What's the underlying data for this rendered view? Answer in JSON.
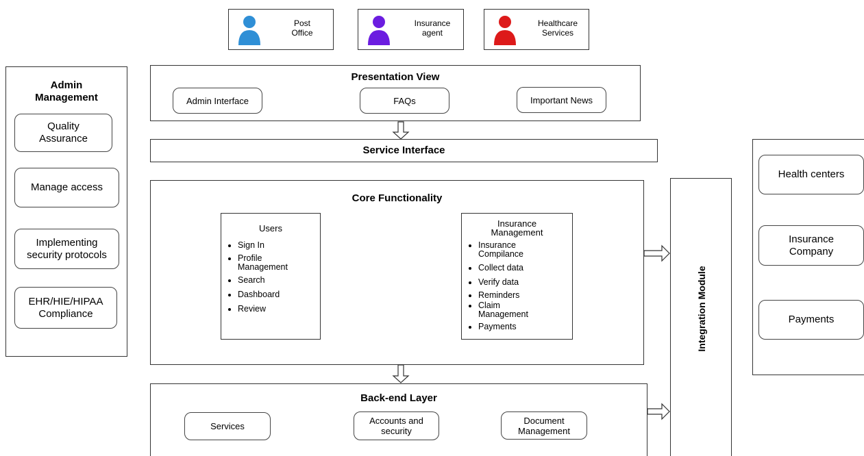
{
  "actors": [
    {
      "name": "Post Office",
      "line1": "Post",
      "line2": "Office",
      "color": "#2f8fd6"
    },
    {
      "name": "Insurance agent",
      "line1": "Insurance",
      "line2": "agent",
      "color": "#6b1de0"
    },
    {
      "name": "Healthcare Services",
      "line1": "Healthcare",
      "line2": "Services",
      "color": "#dd1a1a"
    }
  ],
  "admin": {
    "title_line1": "Admin",
    "title_line2": "Management",
    "items": [
      {
        "line1": "Quality",
        "line2": "Assurance"
      },
      {
        "line1": "Manage access",
        "line2": ""
      },
      {
        "line1": "Implementing",
        "line2": "security protocols"
      },
      {
        "line1": "EHR/HIE/HIPAA",
        "line2": "Compliance"
      }
    ]
  },
  "presentation": {
    "title": "Presentation View",
    "items": [
      "Admin Interface",
      "FAQs",
      "Important News"
    ]
  },
  "service_interface": {
    "title": "Service Interface"
  },
  "core": {
    "title": "Core Functionality",
    "users": {
      "title": "Users",
      "items": [
        "Sign In",
        "Profile Management",
        "Search",
        "Dashboard",
        "Review"
      ]
    },
    "insurance": {
      "title_line1": "Insurance",
      "title_line2": "Management",
      "items": [
        "Insurance Compilance",
        "Collect data",
        "Verify data",
        "Reminders",
        "Claim Management",
        "Payments"
      ]
    }
  },
  "backend": {
    "title": "Back-end Layer",
    "items": [
      {
        "line1": "Services",
        "line2": ""
      },
      {
        "line1": "Accounts and",
        "line2": "security"
      },
      {
        "line1": "Document",
        "line2": "Management"
      }
    ]
  },
  "integration": {
    "title": "Integration Module"
  },
  "external": {
    "items": [
      {
        "line1": "Health centers",
        "line2": ""
      },
      {
        "line1": "Insurance",
        "line2": "Company"
      },
      {
        "line1": "Payments",
        "line2": ""
      }
    ]
  }
}
